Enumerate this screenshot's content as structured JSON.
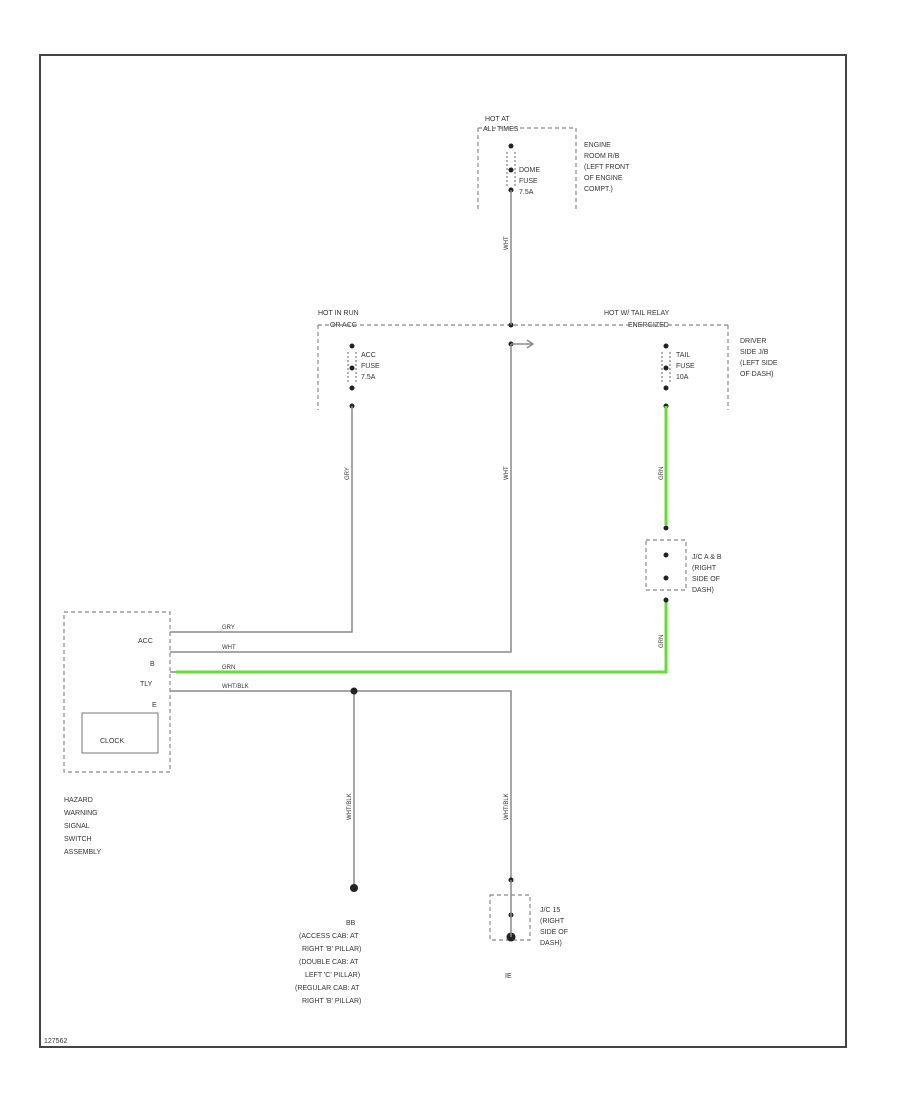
{
  "labels": {
    "top_source": [
      "HOT AT",
      "ALL TIMES"
    ],
    "er_rb_desc": [
      "ENGINE",
      "ROOM R/B",
      "(LEFT FRONT",
      "OF ENGINE",
      "COMPT.)"
    ],
    "dome_fuse": [
      "DOME",
      "FUSE",
      "7.5A"
    ],
    "acc_source": [
      "HOT IN RUN",
      "OR ACC"
    ],
    "tail_source": [
      "HOT W/ TAIL RELAY",
      "ENERGIZED"
    ],
    "dash_jb_desc": [
      "DRIVER",
      "SIDE J/B",
      "(LEFT SIDE",
      "OF DASH)"
    ],
    "acc_fuse": [
      "ACC",
      "FUSE",
      "7.5A"
    ],
    "tail_fuse": [
      "TAIL",
      "FUSE",
      "10A"
    ],
    "jc_ab_desc": [
      "J/C A & B",
      "(RIGHT",
      "SIDE OF",
      "DASH)"
    ],
    "jc15_desc": [
      "J/C 15",
      "(RIGHT",
      "SIDE OF",
      "DASH)"
    ],
    "component_pins": [
      "ACC",
      "B",
      "TLY",
      "E"
    ],
    "component_name": [
      "HAZARD",
      "WARNING",
      "SIGNAL",
      "SWITCH",
      "ASSEMBLY"
    ],
    "clock": "CLOCK",
    "ground_desc": [
      "BB",
      "(ACCESS CAB: AT",
      "RIGHT 'B' PILLAR)",
      "(DOUBLE CAB: AT",
      "LEFT 'C' PILLAR)",
      "(REGULAR CAB: AT",
      "RIGHT 'B' PILLAR)"
    ],
    "ground_id": "IE",
    "diagram_id": "127562"
  },
  "wires": {
    "acc": "GRY",
    "b": "WHT",
    "tly": "GRN",
    "gnd": "WHT/BLK"
  }
}
